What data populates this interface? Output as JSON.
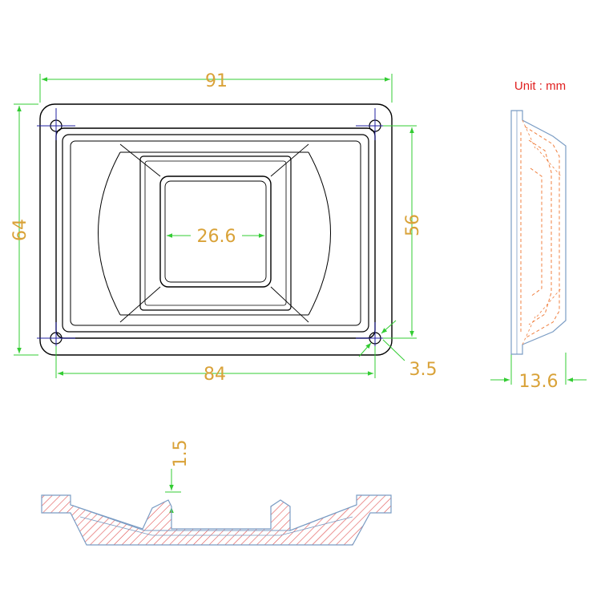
{
  "unit_label": "Unit : mm",
  "dimensions": {
    "overall_width": "91",
    "overall_height": "64",
    "hole_spacing_vertical": "56",
    "hole_spacing_horizontal": "84",
    "window_width": "26.6",
    "hole_diameter": "3.5",
    "side_thickness": "13.6",
    "step_height": "1.5"
  },
  "colors": {
    "outline": "#000000",
    "dimension": "#33cc33",
    "dimension_text": "#d9a238",
    "hole_marker": "#2020a0",
    "side_view": "#7a9cc4",
    "hidden_line": "#f08040",
    "unit_text": "#e02020",
    "section_hatch": "#e05050"
  }
}
